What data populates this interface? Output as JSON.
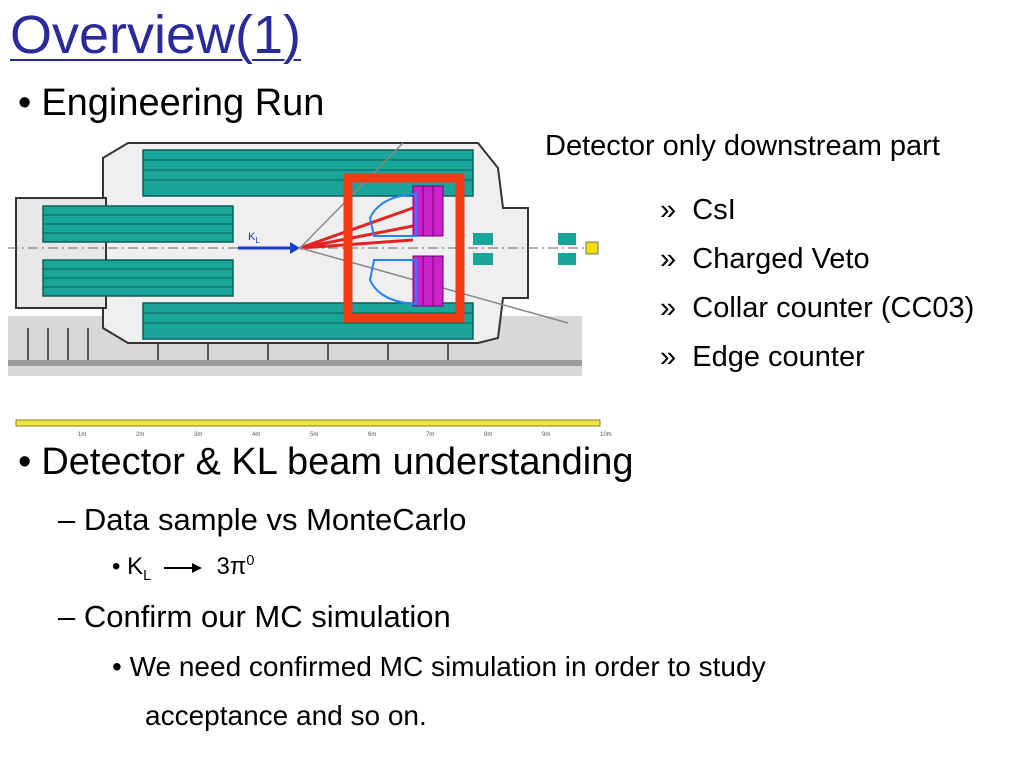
{
  "slide": {
    "title": "Overview(1)",
    "bullet1": "Engineering Run",
    "caption": "Detector only downstream part",
    "parts_marker": "»",
    "parts": [
      "CsI",
      "Charged Veto",
      "Collar counter (CC03)",
      "Edge counter"
    ],
    "bullet2": "Detector & KL beam understanding",
    "sub1": "– Data sample  vs  MonteCarlo",
    "decay": {
      "k": "K",
      "k_sub": "L",
      "result": "3π",
      "result_sup": "0"
    },
    "sub2": "– Confirm our MC simulation",
    "note_line1": "• We need confirmed MC simulation in order to study",
    "note_line2": "acceptance and so on.",
    "scale_labels": [
      "1m",
      "2m",
      "3m",
      "4m",
      "5m",
      "6m",
      "7m",
      "8m",
      "9m",
      "10m"
    ],
    "beam_label": "K",
    "beam_label_sub": "L",
    "colors": {
      "title": "#2a2a9a",
      "highlight": "#f03a14",
      "detector": "#1aa59a",
      "csi": "#cc22cc"
    }
  }
}
